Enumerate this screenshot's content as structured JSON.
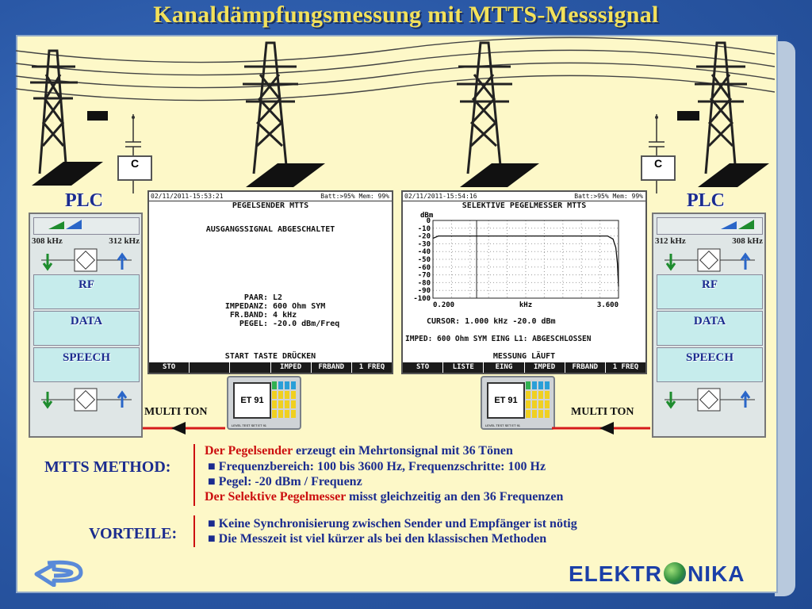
{
  "title": "Kanaldämpfungsmessung mit MTTS-Messsignal",
  "left_stack": {
    "plc": "PLC",
    "freq_left": "308 kHz",
    "freq_right": "312 kHz",
    "rf": "RF",
    "data": "DATA",
    "speech": "SPEECH"
  },
  "right_stack": {
    "plc": "PLC",
    "freq_left": "312 kHz",
    "freq_right": "308 kHz",
    "rf": "RF",
    "data": "DATA",
    "speech": "SPEECH"
  },
  "coupling_label": "C",
  "screen_left": {
    "timestamp": "02/11/2011-15:53:21",
    "status": "Batt:>95% Mem: 99%",
    "title": "PEGELSENDER MTTS",
    "message": "AUSGANGSSIGNAL ABGESCHALTET",
    "params": [
      {
        "label": "PAAR:",
        "value": "L2"
      },
      {
        "label": "IMPEDANZ:",
        "value": "600 Ohm SYM"
      },
      {
        "label": "FR.BAND:",
        "value": "4 kHz"
      },
      {
        "label": "PEGEL:",
        "value": "-20.0 dBm/Freq"
      }
    ],
    "footer": "START TASTE DRÜCKEN",
    "softkeys": [
      "STO",
      "",
      "",
      "IMPED",
      "FRBAND",
      "1 FREQ"
    ]
  },
  "screen_right": {
    "timestamp": "02/11/2011-15:54:16",
    "status": "Batt:>95% Mem: 99%",
    "title": "SELEKTIVE PEGELMESSER MTTS",
    "cursor": "CURSOR: 1.000 kHz    -20.0 dBm",
    "imped": "IMPED: 600 Ohm SYM   EING L1: ABGESCHLOSSEN",
    "footer": "MESSUNG LÄUFT",
    "softkeys": [
      "STO",
      "LISTE",
      "EING",
      "IMPED",
      "FRBAND",
      "1 FREQ"
    ]
  },
  "chart_data": {
    "type": "line",
    "ylabel": "dBm",
    "xlabel": "kHz",
    "x_ticks": [
      "0.200",
      "kHz",
      "3.600"
    ],
    "y_ticks": [
      "0",
      "-10",
      "-20",
      "-30",
      "-40",
      "-50",
      "-60",
      "-70",
      "-80",
      "-90",
      "-100"
    ],
    "xlim": [
      0.2,
      3.6
    ],
    "ylim": [
      -100,
      0
    ],
    "cursor_x": 1.0,
    "series": [
      {
        "x": [
          0.2,
          0.3,
          0.5,
          1.0,
          2.0,
          3.0,
          3.4,
          3.5,
          3.55,
          3.58,
          3.6
        ],
        "y": [
          -23,
          -20,
          -20,
          -20,
          -20,
          -20,
          -20,
          -24,
          -35,
          -55,
          -85
        ]
      }
    ]
  },
  "device_label": "ET 91",
  "device_footer": "LEVEL TEST SET     ET 91",
  "multi_ton": "MULTI TON",
  "method_label": "MTTS METHOD:",
  "method_lines": {
    "l1_red": "Der Pegelsender",
    "l1_rest": " erzeugt ein Mehrtonsignal mit 36 Tönen",
    "l2": "■ Frequenzbereich: 100 bis 3600 Hz, Frequenzschritte: 100 Hz",
    "l3": "■ Pegel: -20 dBm / Frequenz",
    "l4_red": "Der Selektive Pegelmesser",
    "l4_rest": " misst gleichzeitig an den 36 Frequenzen"
  },
  "vorteile_label": "VORTEILE:",
  "vorteile_lines": [
    "■ Keine Synchronisierung zwischen Sender und Empfänger ist nötig",
    "■ Die Messzeit ist viel kürzer als bei den klassischen Methoden"
  ],
  "logo": {
    "left": "ELEKTR",
    "right": "NIKA"
  },
  "colors": {
    "title": "#f3e15a",
    "text": "#1b2c8f",
    "accent_red": "#cc1010",
    "panel": "#fdf8c8"
  }
}
